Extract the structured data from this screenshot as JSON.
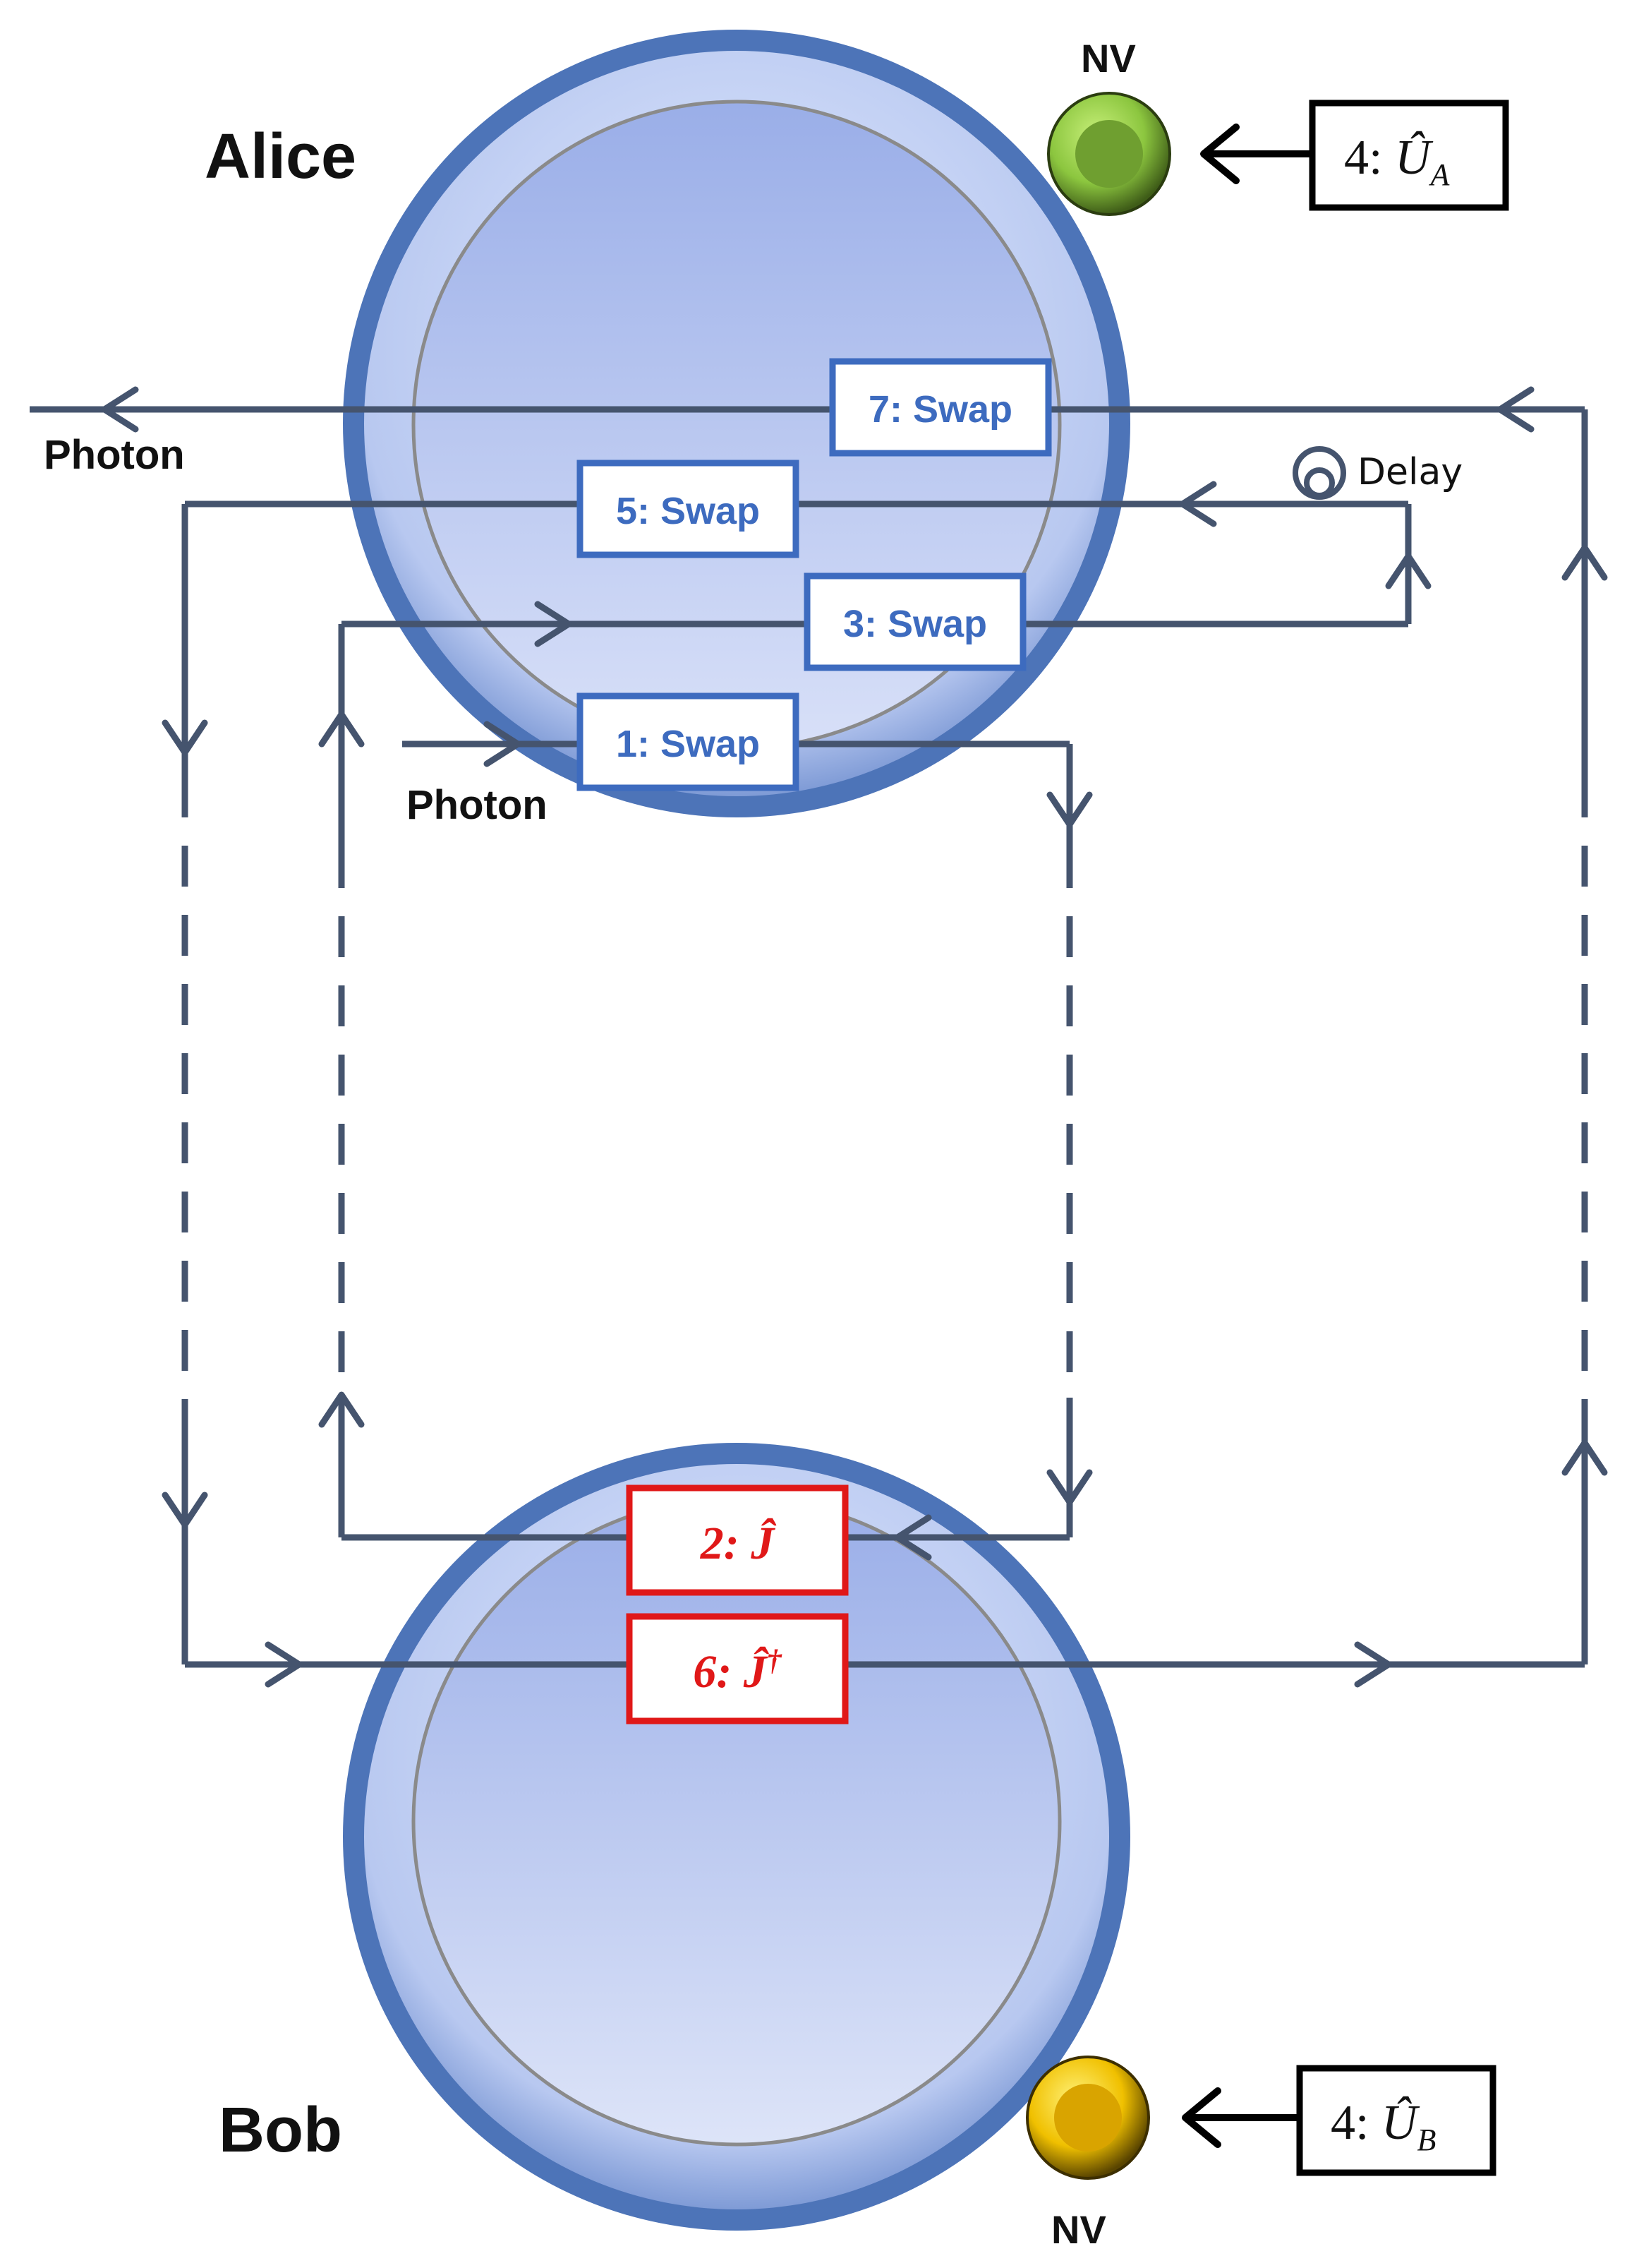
{
  "parties": {
    "alice": "Alice",
    "bob": "Bob"
  },
  "nv": {
    "top_label": "NV",
    "bottom_label": "NV",
    "top_color": "#7fb83a",
    "bottom_color": "#d9a40a"
  },
  "photon_labels": {
    "left_out": "Photon",
    "input": "Photon"
  },
  "delay_label": "Delay",
  "swap_steps": [
    {
      "label": "7: Swap"
    },
    {
      "label": "5: Swap"
    },
    {
      "label": "3: Swap"
    },
    {
      "label": "1: Swap"
    }
  ],
  "j_steps": [
    {
      "prefix": "2: ",
      "op": "Ĵ",
      "suffix": ""
    },
    {
      "prefix": "6: ",
      "op": "Ĵ",
      "suffix": "†"
    }
  ],
  "unitaries": {
    "alice": {
      "prefix": "4: ",
      "op": "Û",
      "sub": "A"
    },
    "bob": {
      "prefix": "4: ",
      "op": "Û",
      "sub": "B"
    }
  },
  "colors": {
    "wire": "#45546e",
    "swap": "#3d6bbf",
    "j_op": "#e01818",
    "sphere_fill": "#a9baea",
    "sphere_ring": "#4d74b8"
  }
}
